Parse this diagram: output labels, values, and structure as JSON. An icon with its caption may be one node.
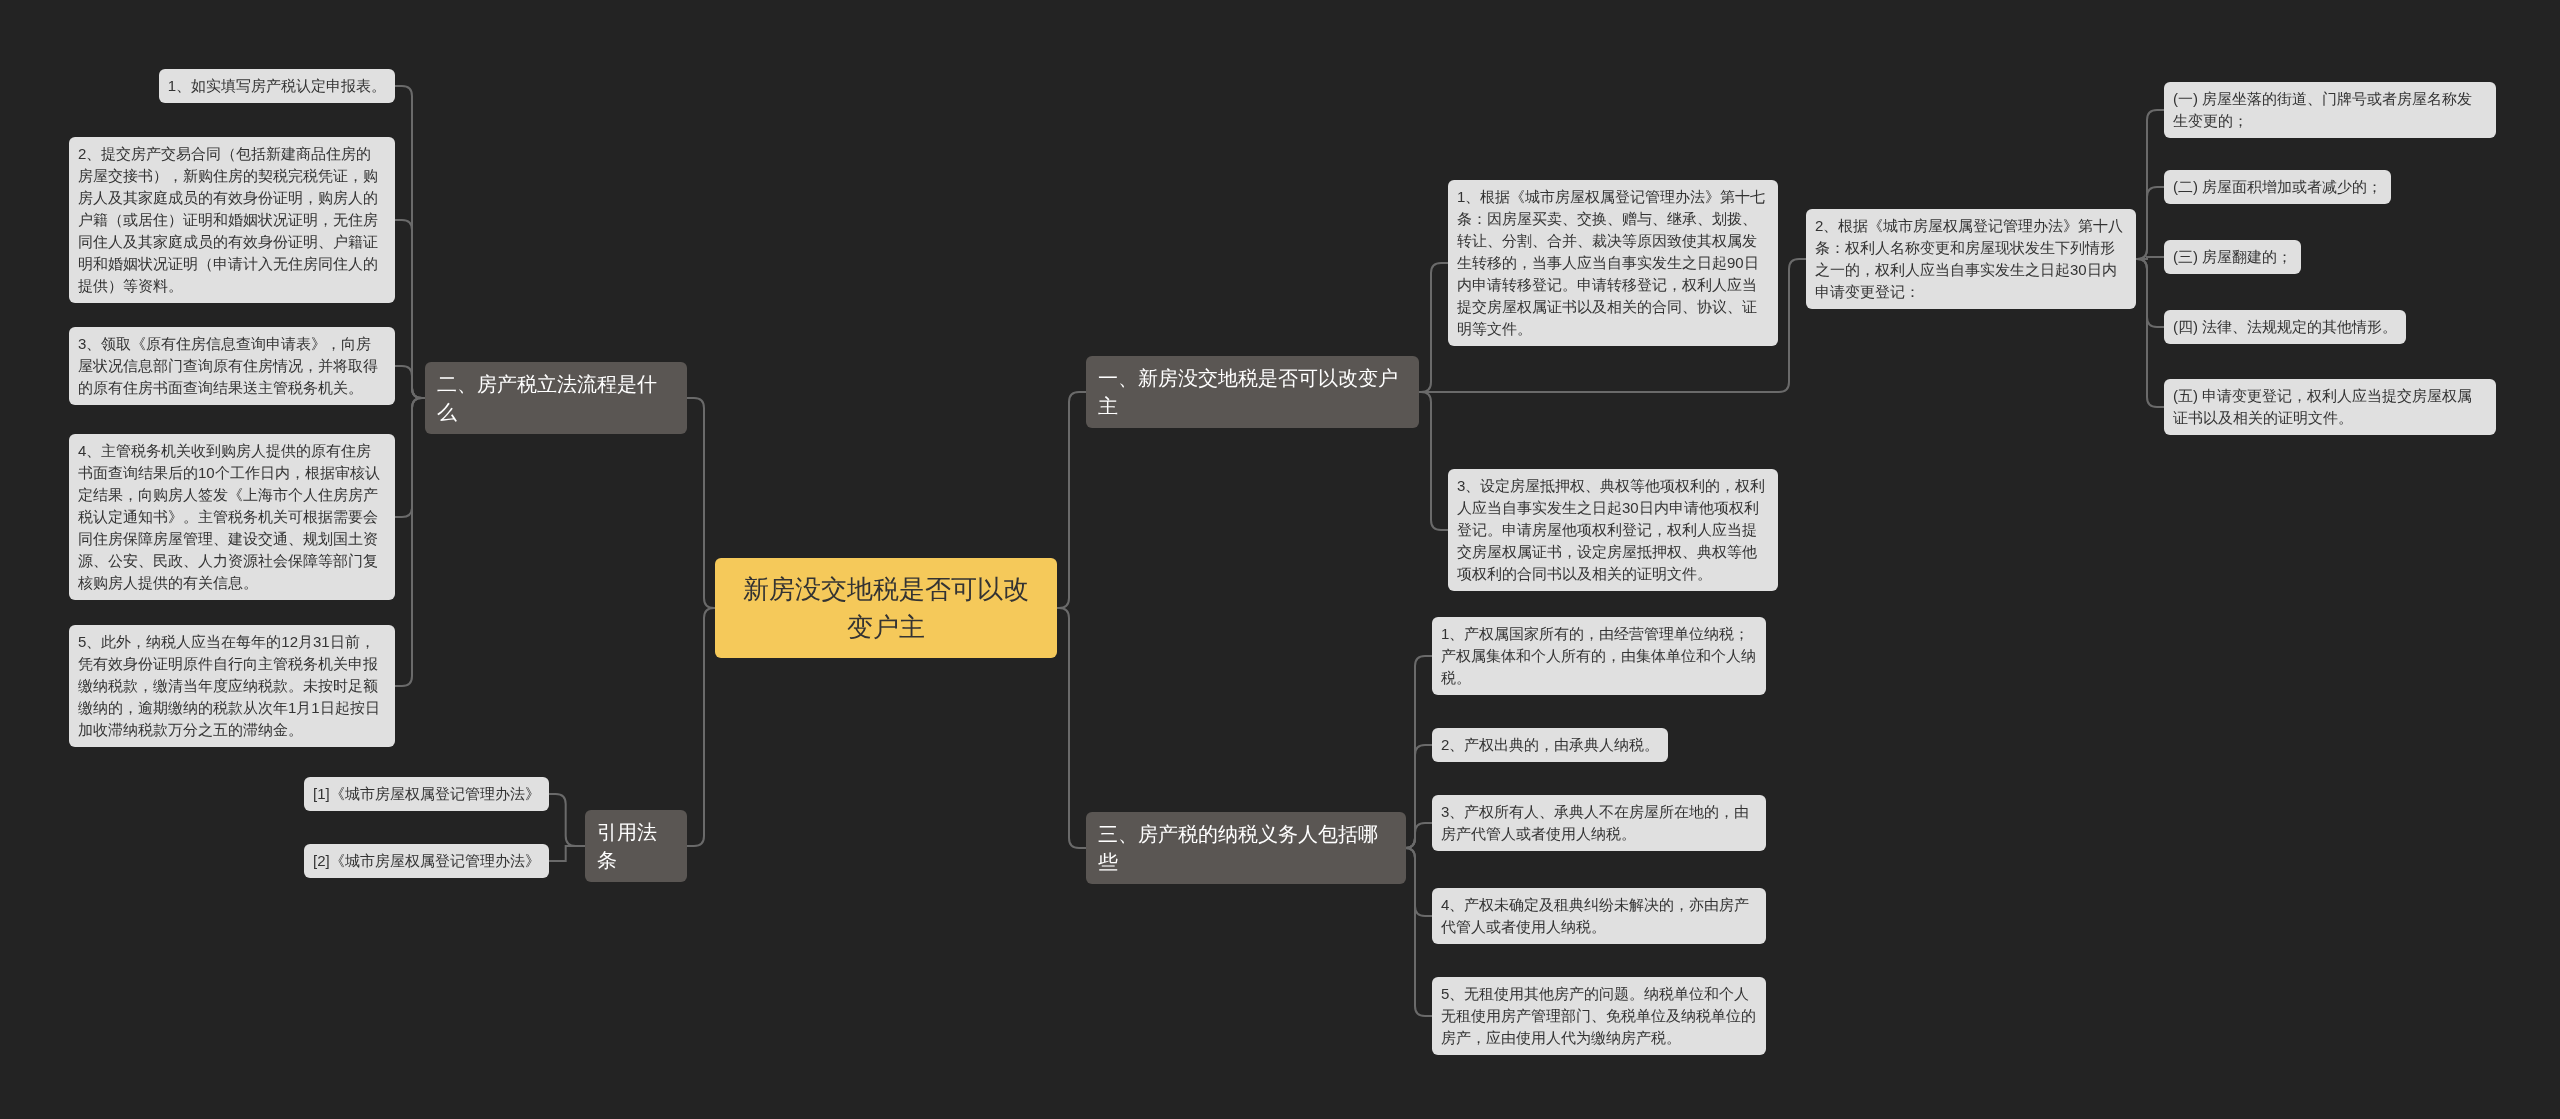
{
  "diagram": {
    "nodes": [
      {
        "text": [
          "新房没交地税是否可以改变户主"
        ]
      },
      {
        "text": [
          "一、新房没交地税是否可以改变户主"
        ]
      },
      {
        "text": [
          "1、根据《城市房屋权属登记管理办法》第十七条：因房屋买卖、交换、赠与、继承、划拨、转让、分割、合并、裁决等原因致使其权属发生转移的，当事人应当自事实发生之日起90日内申请转移登记。申请转移登记，权利人应当提交房屋权属证书以及相关的合同、协议、证明等文件。"
        ]
      },
      {
        "text": [
          "2、根据《城市房屋权属登记管理办法》第十八条：权利人名称变更和房屋现状发生下列情形之一的，权利人应当自事实发生之日起30日内申请变更登记："
        ]
      },
      {
        "text": [
          "(一) 房屋坐落的街道、门牌号或者房屋名称发生变更的；"
        ]
      },
      {
        "text": [
          "(二) 房屋面积增加或者减少的；"
        ]
      },
      {
        "text": [
          "(三) 房屋翻建的；"
        ]
      },
      {
        "text": [
          "(四) 法律、法规规定的其他情形。"
        ]
      },
      {
        "text": [
          "(五) 申请变更登记，权利人应当提交房屋权属证书以及相关的证明文件。"
        ]
      },
      {
        "text": [
          "3、设定房屋抵押权、典权等他项权利的，权利人应当自事实发生之日起30日内申请他项权利登记。申请房屋他项权利登记，权利人应当提交房屋权属证书，设定房屋抵押权、典权等他项权利的合同书以及相关的证明文件。"
        ]
      },
      {
        "text": [
          "三、房产税的纳税义务人包括哪些"
        ]
      },
      {
        "text": [
          "1、产权属国家所有的，由经营管理单位纳税；产权属集体和个人所有的，由集体单位和个人纳税。"
        ]
      },
      {
        "text": [
          "2、产权出典的，由承典人纳税。"
        ]
      },
      {
        "text": [
          "3、产权所有人、承典人不在房屋所在地的，由房产代管人或者使用人纳税。"
        ]
      },
      {
        "text": [
          "4、产权未确定及租典纠纷未解决的，亦由房产代管人或者使用人纳税。"
        ]
      },
      {
        "text": [
          "5、无租使用其他房产的问题。纳税单位和个人无租使用房产管理部门、免税单位及纳税单位的房产，应由使用人代为缴纳房产税。"
        ]
      },
      {
        "text": [
          "二、房产税立法流程是什么"
        ]
      },
      {
        "text": [
          "1、如实填写房产税认定申报表。"
        ]
      },
      {
        "text": [
          "2、提交房产交易合同（包括新建商品住房的房屋交接书），新购住房的契税完税凭证，购房人及其家庭成员的有效身份证明，购房人的户籍（或居住）证明和婚姻状况证明，无住房同住人及其家庭成员的有效身份证明、户籍证明和婚姻状况证明（申请计入无住房同住人的提供）等资料。"
        ]
      },
      {
        "text": [
          "3、领取《原有住房信息查询申请表》，向房屋状况信息部门查询原有住房情况，并将取得的原有住房书面查询结果送主管税务机关。"
        ]
      },
      {
        "text": [
          "4、主管税务机关收到购房人提供的原有住房书面查询结果后的10个工作日内，根据审核认定结果，向购房人签发《上海市个人住房房产税认定通知书》。主管税务机关可根据需要会同住房保障房屋管理、建设交通、规划国土资源、公安、民政、人力资源社会保障等部门复核购房人提供的有关信息。"
        ]
      },
      {
        "text": [
          "5、此外，纳税人应当在每年的12月31日前，凭有效身份证明原件自行向主管税务机关申报缴纳税款，缴清当年度应纳税款。未按时足额缴纳的，逾期缴纳的税款从次年1月1日起按日加收滞纳税款万分之五的滞纳金。"
        ]
      },
      {
        "text": [
          "引用法条"
        ]
      },
      {
        "text": [
          "[1]《城市房屋权属登记管理办法》"
        ]
      },
      {
        "text": [
          "[2]《城市房屋权属登记管理办法》"
        ]
      }
    ],
    "edges": [
      {
        "from": 0,
        "to": 1,
        "arrow": "none"
      },
      {
        "from": 1,
        "to": 2,
        "arrow": "none"
      },
      {
        "from": 1,
        "to": 3,
        "arrow": "none"
      },
      {
        "from": 3,
        "to": 4,
        "arrow": "none"
      },
      {
        "from": 3,
        "to": 5,
        "arrow": "none"
      },
      {
        "from": 3,
        "to": 6,
        "arrow": "none"
      },
      {
        "from": 3,
        "to": 7,
        "arrow": "none"
      },
      {
        "from": 3,
        "to": 8,
        "arrow": "none"
      },
      {
        "from": 1,
        "to": 9,
        "arrow": "none"
      },
      {
        "from": 0,
        "to": 10,
        "arrow": "none"
      },
      {
        "from": 10,
        "to": 11,
        "arrow": "none"
      },
      {
        "from": 10,
        "to": 12,
        "arrow": "none"
      },
      {
        "from": 10,
        "to": 13,
        "arrow": "none"
      },
      {
        "from": 10,
        "to": 14,
        "arrow": "none"
      },
      {
        "from": 10,
        "to": 15,
        "arrow": "none"
      },
      {
        "from": 0,
        "to": 16,
        "arrow": "none"
      },
      {
        "from": 16,
        "to": 17,
        "arrow": "none"
      },
      {
        "from": 16,
        "to": 18,
        "arrow": "none"
      },
      {
        "from": 16,
        "to": 19,
        "arrow": "none"
      },
      {
        "from": 16,
        "to": 20,
        "arrow": "none"
      },
      {
        "from": 16,
        "to": 21,
        "arrow": "none"
      },
      {
        "from": 0,
        "to": 22,
        "arrow": "none"
      },
      {
        "from": 22,
        "to": 23,
        "arrow": "none"
      },
      {
        "from": 22,
        "to": 24,
        "arrow": "none"
      }
    ]
  }
}
